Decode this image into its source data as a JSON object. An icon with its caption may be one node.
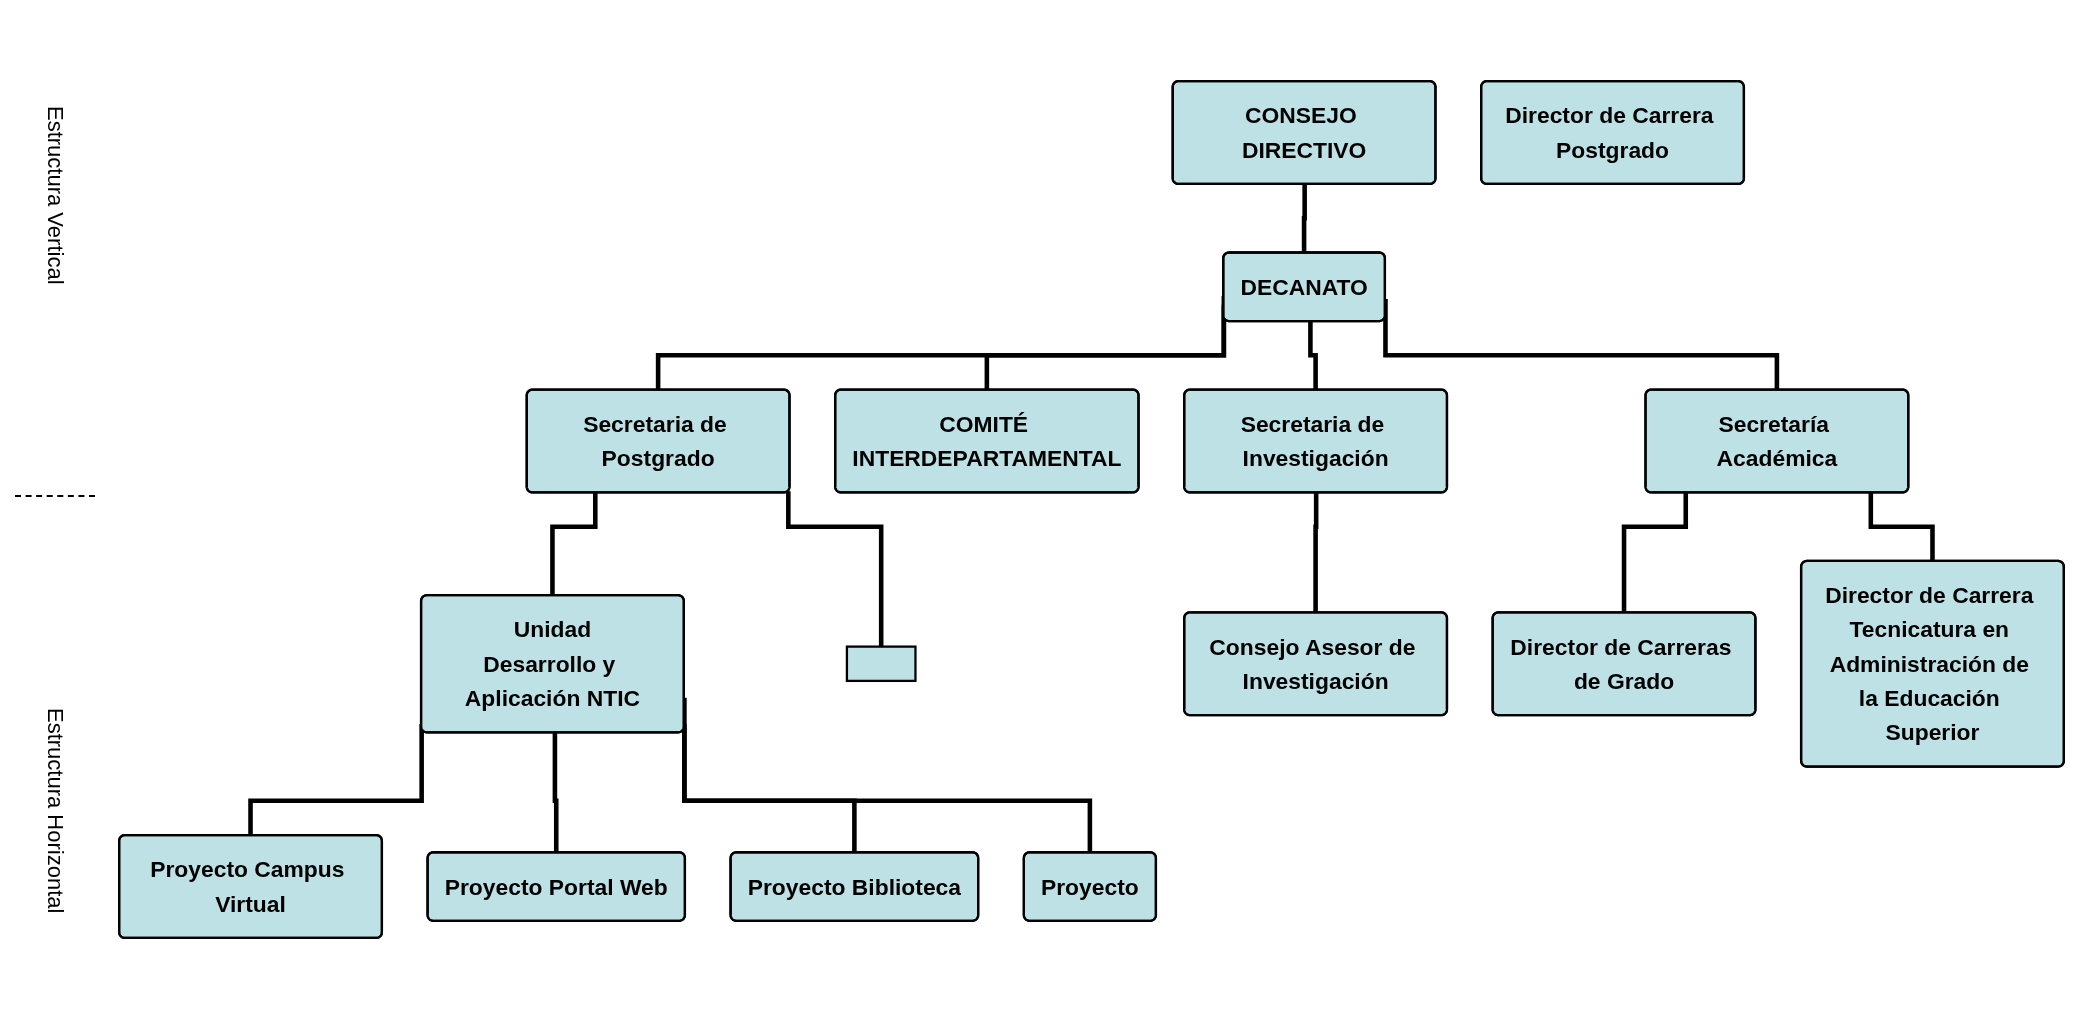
{
  "diagram": {
    "nodes": [
      {
        "text": [
          "CONSEJO DIRECTIVO"
        ]
      },
      {
        "text": [
          "DECANATO"
        ]
      },
      {
        "text": [
          "Secretaría Académica"
        ]
      },
      {
        "text": [
          "COMITÉ INTERDEPARTAMENTAL"
        ]
      },
      {
        "text": [
          "Secretaria de Postgrado"
        ]
      },
      {
        "text": [
          "Secretaria de Investigación"
        ]
      },
      {
        "text": [
          "Unidad",
          "Desarrollo y Aplicación NTIC"
        ]
      },
      {
        "text": [],
        "shape": "box"
      },
      {
        "text": [
          "Director de Carrera Postgrado"
        ]
      },
      {
        "text": [
          "Consejo Asesor de Investigación"
        ]
      },
      {
        "text": [
          "Director de Carreras de Grado"
        ]
      },
      {
        "text": [
          "Director de Carrera Tecnicatura en Administración de la Educación Superior"
        ]
      },
      {
        "text": [
          "Proyecto Campus Virtual"
        ]
      },
      {
        "text": [
          "Proyecto Portal Web"
        ]
      },
      {
        "text": [
          "Proyecto Biblioteca"
        ]
      },
      {
        "text": [
          "Proyecto"
        ]
      }
    ],
    "edges": [
      {
        "from": 0,
        "to": 1,
        "arrow": "none"
      },
      {
        "from": 1,
        "to": 2,
        "arrow": "none"
      },
      {
        "from": 1,
        "to": 3,
        "arrow": "none"
      },
      {
        "from": 1,
        "to": 4,
        "arrow": "none"
      },
      {
        "from": 1,
        "to": 5,
        "arrow": "none"
      },
      {
        "from": 2,
        "to": 10,
        "arrow": "none"
      },
      {
        "from": 2,
        "to": 11,
        "arrow": "none"
      },
      {
        "from": 4,
        "to": 6,
        "arrow": "none"
      },
      {
        "from": 4,
        "to": 7,
        "arrow": "none"
      },
      {
        "from": 5,
        "to": 9,
        "arrow": "none"
      },
      {
        "from": 6,
        "to": 12,
        "arrow": "none"
      },
      {
        "from": 6,
        "to": 13,
        "arrow": "none"
      },
      {
        "from": 6,
        "to": 14,
        "arrow": "none"
      },
      {
        "from": 6,
        "to": 15,
        "arrow": "none"
      }
    ],
    "labels": [
      "Estructura Vertical",
      "Estructura Horizontal"
    ]
  }
}
